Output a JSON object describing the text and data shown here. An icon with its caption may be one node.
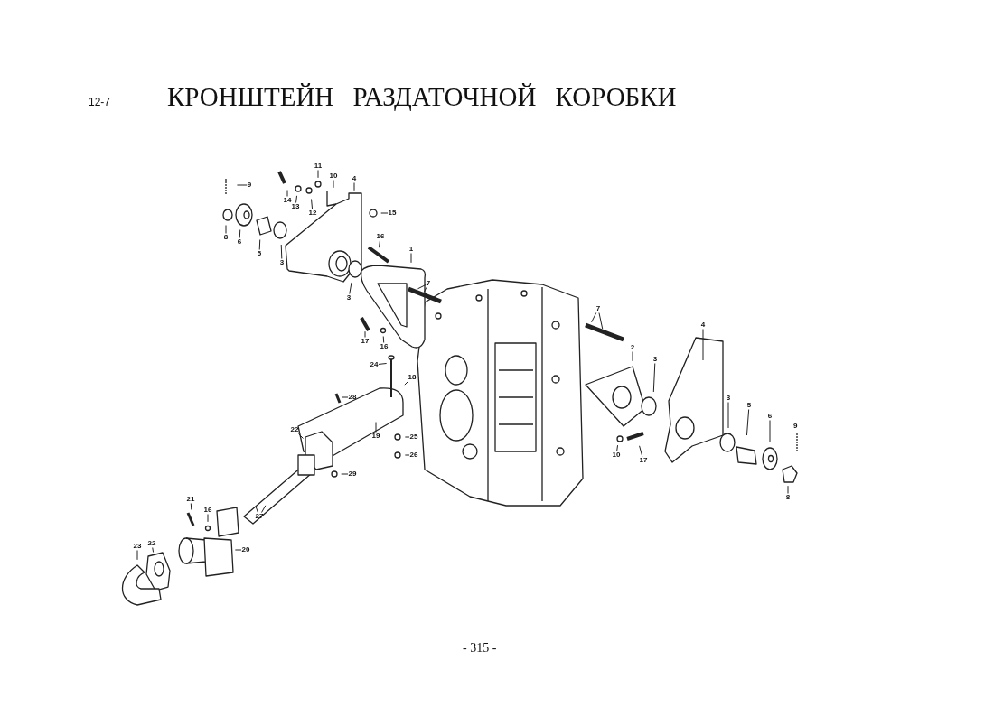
{
  "diagram": {
    "title": "КРОНШТЕЙН РАЗДАТОЧНОЙ КОРОБКИ",
    "nodes": [
      {
        "text": [
          "9"
        ]
      },
      {
        "text": [
          "8"
        ]
      },
      {
        "text": [
          "6"
        ]
      },
      {
        "text": [
          "5"
        ]
      },
      {
        "text": [
          "3"
        ]
      },
      {
        "text": [
          "14"
        ]
      },
      {
        "text": [
          "13"
        ]
      },
      {
        "text": [
          "12"
        ]
      },
      {
        "text": [
          "11"
        ]
      },
      {
        "text": [
          "10"
        ]
      },
      {
        "text": [
          "4"
        ]
      },
      {
        "text": [
          "15"
        ]
      },
      {
        "text": [
          "16"
        ]
      },
      {
        "text": [
          "3"
        ]
      },
      {
        "text": [
          "1"
        ]
      },
      {
        "text": [
          "7"
        ]
      },
      {
        "text": [
          "17"
        ]
      },
      {
        "text": [
          "16"
        ]
      },
      {
        "text": [
          "24"
        ]
      },
      {
        "text": [
          "18"
        ]
      },
      {
        "text": [
          "28"
        ]
      },
      {
        "text": [
          "19"
        ]
      },
      {
        "text": [
          "25"
        ]
      },
      {
        "text": [
          "26"
        ]
      },
      {
        "text": [
          "29"
        ]
      },
      {
        "text": [
          "22"
        ]
      },
      {
        "text": [
          "27"
        ]
      },
      {
        "text": [
          "21"
        ]
      },
      {
        "text": [
          "16"
        ]
      },
      {
        "text": [
          "23"
        ]
      },
      {
        "text": [
          "22"
        ]
      },
      {
        "text": [
          "20"
        ]
      },
      {
        "text": [
          "7"
        ]
      },
      {
        "text": [
          "2"
        ]
      },
      {
        "text": [
          "3"
        ]
      },
      {
        "text": [
          "4"
        ]
      },
      {
        "text": [
          "3"
        ]
      },
      {
        "text": [
          "5"
        ]
      },
      {
        "text": [
          "6"
        ]
      },
      {
        "text": [
          "8"
        ]
      },
      {
        "text": [
          "10"
        ]
      },
      {
        "text": [
          "17"
        ]
      }
    ],
    "edges": [
      {
        "from": 0,
        "to": null,
        "arrow": "none"
      },
      {
        "from": 1,
        "to": null,
        "arrow": "none"
      },
      {
        "from": 2,
        "to": null,
        "arrow": "none"
      },
      {
        "from": 3,
        "to": null,
        "arrow": "none"
      },
      {
        "from": 4,
        "to": null,
        "arrow": "none"
      },
      {
        "from": 5,
        "to": null,
        "arrow": "none"
      },
      {
        "from": 6,
        "to": null,
        "arrow": "none"
      },
      {
        "from": 7,
        "to": null,
        "arrow": "none"
      },
      {
        "from": 8,
        "to": null,
        "arrow": "none"
      },
      {
        "from": 9,
        "to": null,
        "arrow": "none"
      },
      {
        "from": 10,
        "to": null,
        "arrow": "none"
      },
      {
        "from": 11,
        "to": null,
        "arrow": "none"
      },
      {
        "from": 12,
        "to": null,
        "arrow": "none"
      },
      {
        "from": 13,
        "to": null,
        "arrow": "none"
      },
      {
        "from": 14,
        "to": null,
        "arrow": "none"
      },
      {
        "from": 15,
        "to": null,
        "arrow": "none"
      },
      {
        "from": 15,
        "to": null,
        "arrow": "none"
      },
      {
        "from": 16,
        "to": null,
        "arrow": "none"
      },
      {
        "from": 17,
        "to": null,
        "arrow": "none"
      },
      {
        "from": 18,
        "to": null,
        "arrow": "none"
      },
      {
        "from": 19,
        "to": null,
        "arrow": "none"
      },
      {
        "from": 20,
        "to": null,
        "arrow": "none"
      },
      {
        "from": 21,
        "to": null,
        "arrow": "none"
      },
      {
        "from": 22,
        "to": null,
        "arrow": "none"
      },
      {
        "from": 23,
        "to": null,
        "arrow": "none"
      },
      {
        "from": 24,
        "to": null,
        "arrow": "none"
      },
      {
        "from": 25,
        "to": null,
        "arrow": "none"
      },
      {
        "from": 26,
        "to": null,
        "arrow": "none"
      },
      {
        "from": 26,
        "to": null,
        "arrow": "none"
      },
      {
        "from": 27,
        "to": null,
        "arrow": "none"
      },
      {
        "from": 28,
        "to": null,
        "arrow": "none"
      },
      {
        "from": 29,
        "to": null,
        "arrow": "none"
      },
      {
        "from": 30,
        "to": null,
        "arrow": "none"
      },
      {
        "from": 31,
        "to": null,
        "arrow": "none"
      },
      {
        "from": 32,
        "to": null,
        "arrow": "none"
      },
      {
        "from": 32,
        "to": null,
        "arrow": "none"
      },
      {
        "from": 33,
        "to": null,
        "arrow": "none"
      },
      {
        "from": 34,
        "to": null,
        "arrow": "none"
      },
      {
        "from": 35,
        "to": null,
        "arrow": "none"
      },
      {
        "from": 36,
        "to": null,
        "arrow": "none"
      },
      {
        "from": 37,
        "to": null,
        "arrow": "none"
      },
      {
        "from": 38,
        "to": null,
        "arrow": "none"
      },
      {
        "from": 39,
        "to": null,
        "arrow": "none"
      },
      {
        "from": 40,
        "to": null,
        "arrow": "none"
      },
      {
        "from": 41,
        "to": null,
        "arrow": "none"
      }
    ],
    "labels": [
      "12-7",
      "9",
      "- 315 -"
    ]
  }
}
